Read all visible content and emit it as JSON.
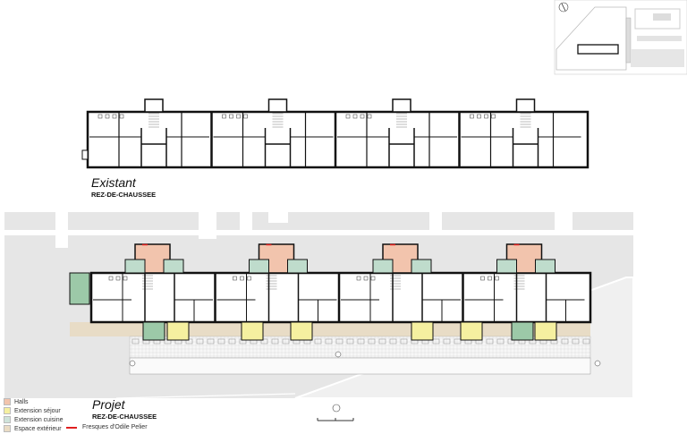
{
  "existing": {
    "title": "Existant",
    "subtitle": "REZ-DE-CHAUSSEE"
  },
  "project": {
    "title": "Projet",
    "subtitle": "REZ-DE-CHAUSSEE"
  },
  "legend": [
    {
      "label": "Halls",
      "color": "#f2c4ad"
    },
    {
      "label": "Extension séjour",
      "color": "#f5f0a0"
    },
    {
      "label": "Extension cuisine",
      "color": "#cfe3da"
    },
    {
      "label": "Espace extérieur",
      "color": "#eadcc4"
    }
  ],
  "fresco": {
    "label": "Fresques d'Odile Pelier",
    "color": "#e02020"
  },
  "colors": {
    "wall": "#111111",
    "site": "#e6e6e6",
    "hall": "#f2c4ad",
    "sejour": "#f5f0a0",
    "cuisine": "#bfdccc",
    "cuisine_dark": "#9cc9a8",
    "exterior": "#e8dcc6"
  },
  "icons": [
    "north-arrow-icon",
    "site-location-map",
    "scale-bar-icon"
  ],
  "modules": 4,
  "south_extensions": [
    "cuisine",
    "sejour",
    "none",
    "sejour",
    "sejour",
    "none",
    "sejour",
    "sejour",
    "cuisine",
    "sejour"
  ]
}
